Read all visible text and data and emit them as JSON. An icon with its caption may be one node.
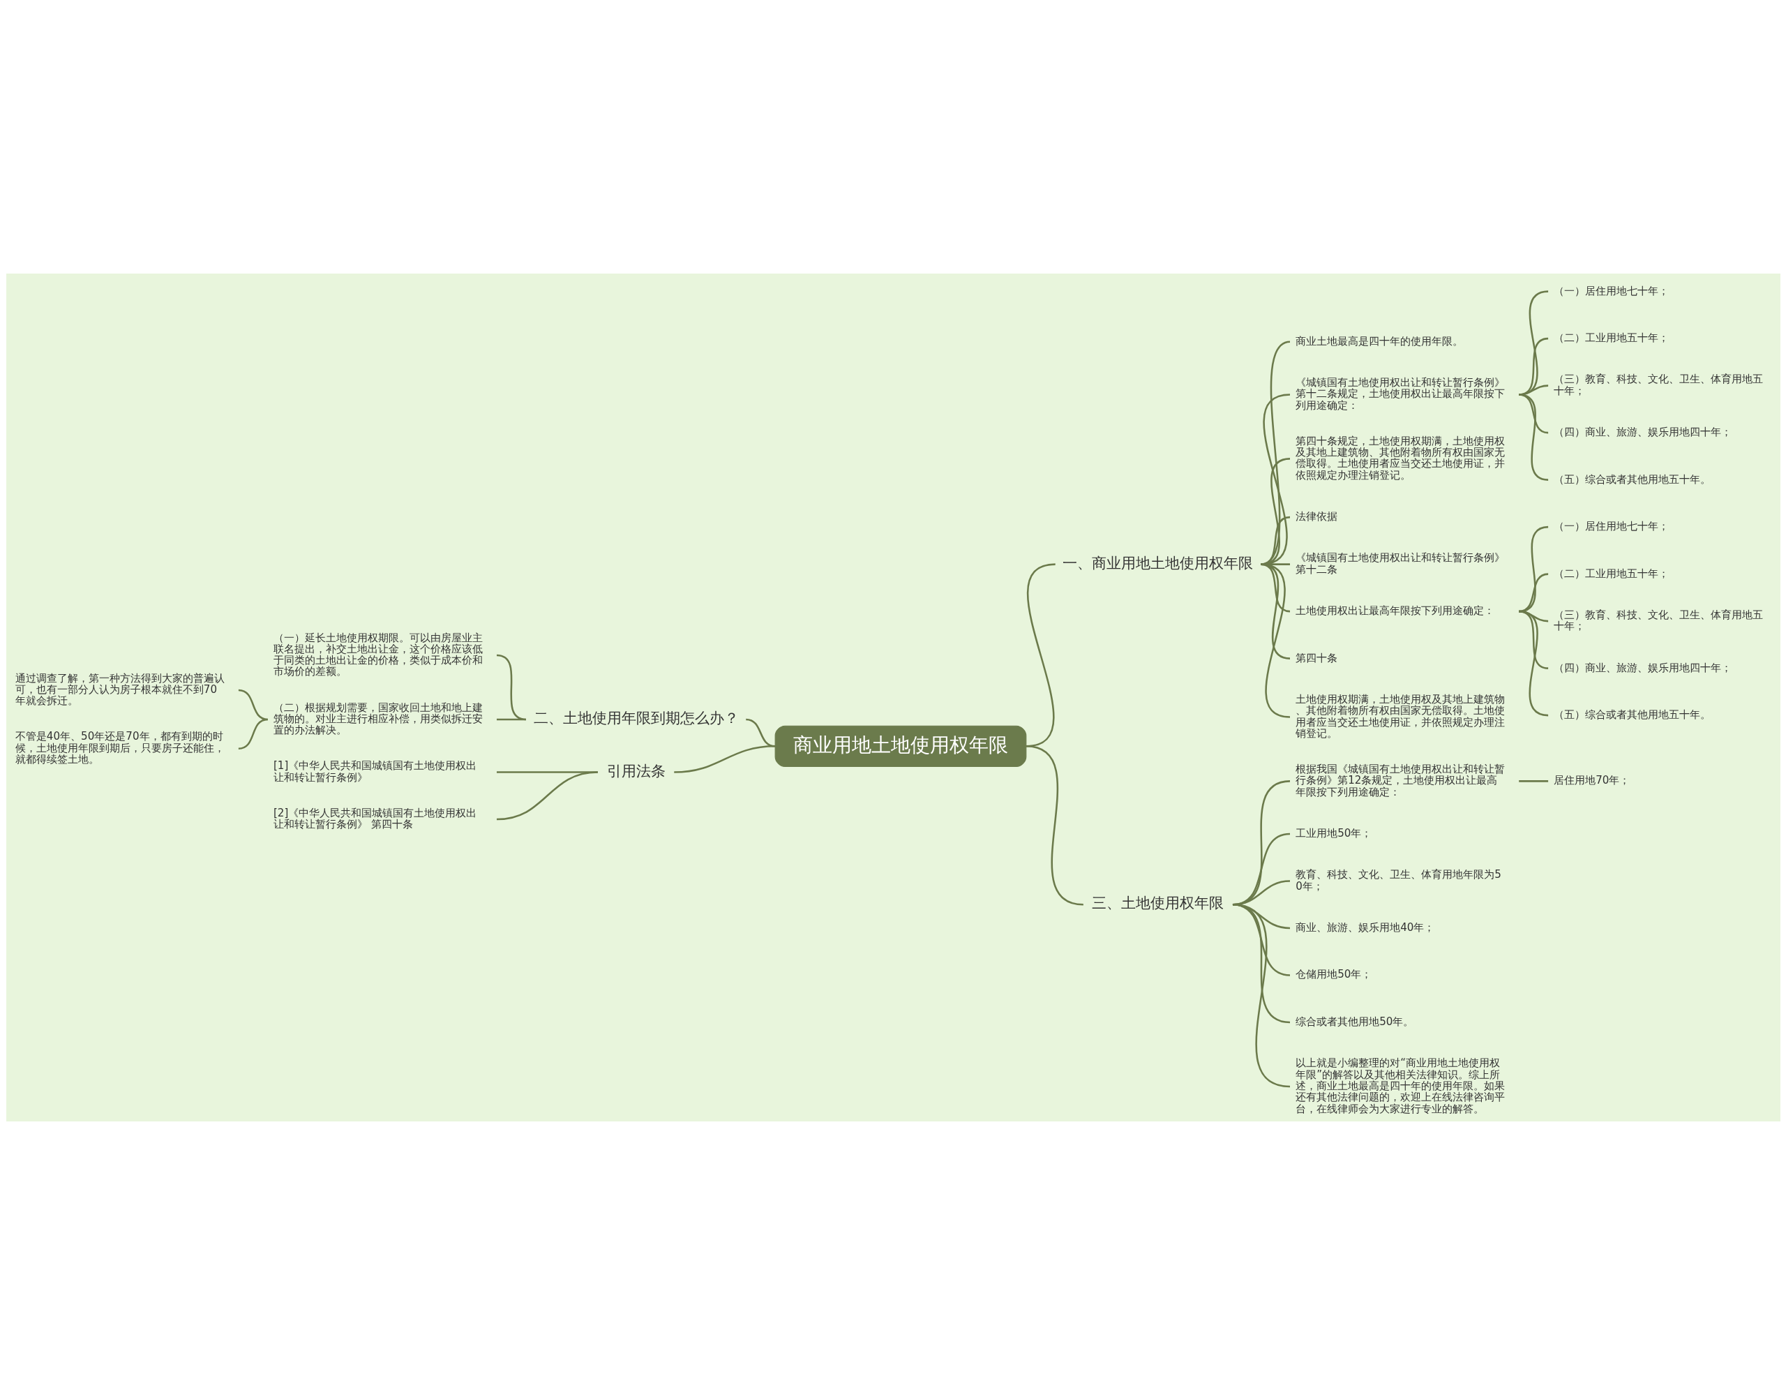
{
  "diagram": {
    "nodes": [
      {
        "text": [
          "商业用地土地使用权年限"
        ]
      },
      {
        "text": [
          "一、商业用地土地使用权年限"
        ]
      },
      {
        "text": [
          "商业土地最高是四十年的使用年限。"
        ]
      },
      {
        "text": [
          "《城镇国有土地使用权出让和转让暂行条例》第十二条规定，土地使用权出让最高年限按下列用途确定："
        ]
      },
      {
        "text": [
          "（一）居住用地七十年；"
        ]
      },
      {
        "text": [
          "（二）工业用地五十年；"
        ]
      },
      {
        "text": [
          "（三）教育、科技、文化、卫生、体育用地五十年；"
        ]
      },
      {
        "text": [
          "（四）商业、旅游、娱乐用地四十年；"
        ]
      },
      {
        "text": [
          "（五）综合或者其他用地五十年。"
        ]
      },
      {
        "text": [
          "第四十条规定，土地使用权期满，土地使用权及其地上建筑物、其他附着物所有权由国家无偿取得。土地使用者应当交还土地使用证，并依照规定办理注销登记。"
        ]
      },
      {
        "text": [
          "法律依据"
        ]
      },
      {
        "text": [
          "《城镇国有土地使用权出让和转让暂行条例》第十二条"
        ]
      },
      {
        "text": [
          "土地使用权出让最高年限按下列用途确定："
        ]
      },
      {
        "text": [
          "（一）居住用地七十年；"
        ]
      },
      {
        "text": [
          "（二）工业用地五十年；"
        ]
      },
      {
        "text": [
          "（三）教育、科技、文化、卫生、体育用地五十年；"
        ]
      },
      {
        "text": [
          "（四）商业、旅游、娱乐用地四十年；"
        ]
      },
      {
        "text": [
          "（五）综合或者其他用地五十年。"
        ]
      },
      {
        "text": [
          "第四十条"
        ]
      },
      {
        "text": [
          "土地使用权期满，土地使用权及其地上建筑物、其他附着物所有权由国家无偿取得。土地使用者应当交还土地使用证，并依照规定办理注销登记。"
        ]
      },
      {
        "text": [
          "二、土地使用年限到期怎么办？"
        ]
      },
      {
        "text": [
          "（一）延长土地使用权期限。可以由房屋业主联名提出，补交土地出让金，这个价格应该低于同类的土地出让金的价格，类似于成本价和市场价的差额。"
        ]
      },
      {
        "text": [
          "（二）根据规划需要，国家收回土地和地上建筑物的。对业主进行相应补偿，用类似拆迁安置的办法解决。"
        ]
      },
      {
        "text": [
          "通过调查了解，第一种方法得到大家的普遍认可，也有一部分人认为房子根本就住不到70年就会拆迁。"
        ]
      },
      {
        "text": [
          "不管是40年、50年还是70年，都有到期的时候，土地使用年限到期后，只要房子还能住，就都得续签土地。"
        ]
      },
      {
        "text": [
          "引用法条"
        ]
      },
      {
        "text": [
          "[1]《中华人民共和国城镇国有土地使用权出让和转让暂行条例》"
        ]
      },
      {
        "text": [
          "[2]《中华人民共和国城镇国有土地使用权出让和转让暂行条例》 第四十条"
        ]
      },
      {
        "text": [
          "三、土地使用权年限"
        ]
      },
      {
        "text": [
          "根据我国《城镇国有土地使用权出让和转让暂行条例》第12条规定，土地使用权出让最高年限按下列用途确定："
        ]
      },
      {
        "text": [
          "居住用地70年；"
        ]
      },
      {
        "text": [
          "工业用地50年；"
        ]
      },
      {
        "text": [
          "教育、科技、文化、卫生、体育用地年限为50年；"
        ]
      },
      {
        "text": [
          "商业、旅游、娱乐用地40年；"
        ]
      },
      {
        "text": [
          "仓储用地50年；"
        ]
      },
      {
        "text": [
          "综合或者其他用地50年。"
        ]
      },
      {
        "text": [
          "以上就是小编整理的对“商业用地土地使用权年限”的解答以及其他相关法律知识。综上所述，商业土地最高是四十年的使用年限。如果还有其他法律问题的，欢迎上在线法律咨询平台，在线律师会为大家进行专业的解答。"
        ]
      }
    ],
    "edges": [
      {
        "from": 0,
        "to": 1,
        "arrow": "none"
      },
      {
        "from": 1,
        "to": 2,
        "arrow": "none"
      },
      {
        "from": 1,
        "to": 3,
        "arrow": "none"
      },
      {
        "from": 3,
        "to": 4,
        "arrow": "none"
      },
      {
        "from": 3,
        "to": 5,
        "arrow": "none"
      },
      {
        "from": 3,
        "to": 6,
        "arrow": "none"
      },
      {
        "from": 3,
        "to": 7,
        "arrow": "none"
      },
      {
        "from": 3,
        "to": 8,
        "arrow": "none"
      },
      {
        "from": 1,
        "to": 9,
        "arrow": "none"
      },
      {
        "from": 1,
        "to": 10,
        "arrow": "none"
      },
      {
        "from": 1,
        "to": 11,
        "arrow": "none"
      },
      {
        "from": 1,
        "to": 12,
        "arrow": "none"
      },
      {
        "from": 12,
        "to": 13,
        "arrow": "none"
      },
      {
        "from": 12,
        "to": 14,
        "arrow": "none"
      },
      {
        "from": 12,
        "to": 15,
        "arrow": "none"
      },
      {
        "from": 12,
        "to": 16,
        "arrow": "none"
      },
      {
        "from": 12,
        "to": 17,
        "arrow": "none"
      },
      {
        "from": 1,
        "to": 18,
        "arrow": "none"
      },
      {
        "from": 1,
        "to": 19,
        "arrow": "none"
      },
      {
        "from": 0,
        "to": 20,
        "arrow": "none"
      },
      {
        "from": 20,
        "to": 21,
        "arrow": "none"
      },
      {
        "from": 20,
        "to": 22,
        "arrow": "none"
      },
      {
        "from": 22,
        "to": 23,
        "arrow": "none"
      },
      {
        "from": 22,
        "to": 24,
        "arrow": "none"
      },
      {
        "from": 0,
        "to": 25,
        "arrow": "none"
      },
      {
        "from": 25,
        "to": 26,
        "arrow": "none"
      },
      {
        "from": 25,
        "to": 27,
        "arrow": "none"
      },
      {
        "from": 0,
        "to": 28,
        "arrow": "none"
      },
      {
        "from": 28,
        "to": 29,
        "arrow": "none"
      },
      {
        "from": 29,
        "to": 30,
        "arrow": "none"
      },
      {
        "from": 28,
        "to": 31,
        "arrow": "none"
      },
      {
        "from": 28,
        "to": 32,
        "arrow": "none"
      },
      {
        "from": 28,
        "to": 33,
        "arrow": "none"
      },
      {
        "from": 28,
        "to": 34,
        "arrow": "none"
      },
      {
        "from": 28,
        "to": 35,
        "arrow": "none"
      },
      {
        "from": 28,
        "to": 36,
        "arrow": "none"
      }
    ]
  }
}
